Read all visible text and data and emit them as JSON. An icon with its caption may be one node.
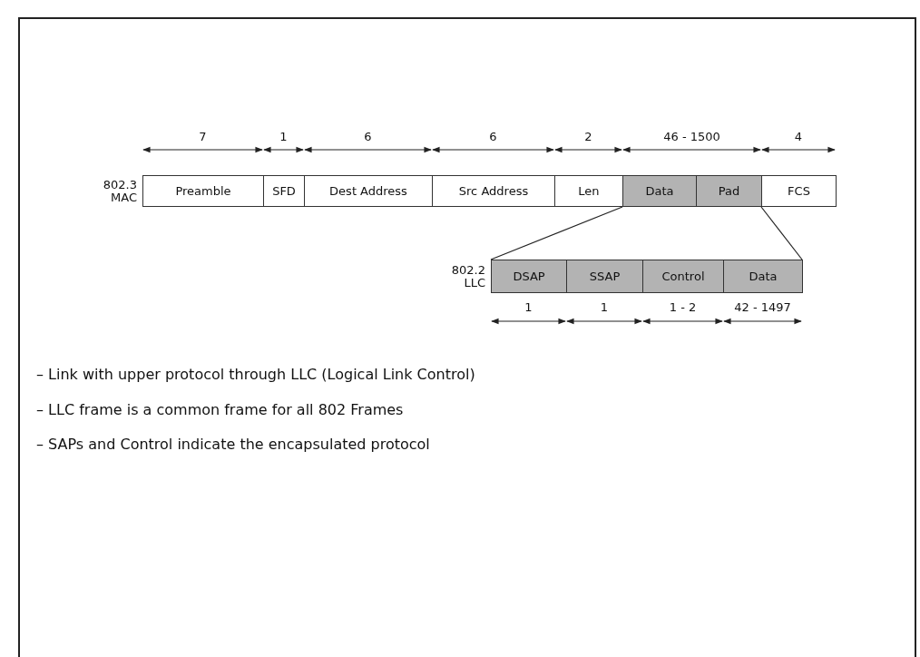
{
  "diagram": {
    "nodes": [
      {
        "text": [
          "802.3 MAC"
        ]
      },
      {
        "text": [
          "Preamble"
        ],
        "in": 0
      },
      {
        "text": [
          "SFD"
        ],
        "in": 0
      },
      {
        "text": [
          "Dest Address"
        ],
        "in": 0
      },
      {
        "text": [
          "Src Address"
        ],
        "in": 0
      },
      {
        "text": [
          "Len"
        ],
        "in": 0
      },
      {
        "text": [
          "Data"
        ],
        "in": 0
      },
      {
        "text": [
          "Pad"
        ],
        "in": 0
      },
      {
        "text": [
          "FCS"
        ],
        "in": 0
      },
      {
        "text": [
          "802.2 LLC"
        ]
      },
      {
        "text": [
          "DSAP"
        ],
        "in": 9
      },
      {
        "text": [
          "SSAP"
        ],
        "in": 9
      },
      {
        "text": [
          "Control"
        ],
        "in": 9
      },
      {
        "text": [
          "Data"
        ],
        "in": 9
      }
    ],
    "edges": [
      {
        "from": 6,
        "to": 10,
        "arrow": "none"
      },
      {
        "from": 7,
        "to": 13,
        "arrow": "none"
      }
    ],
    "labels": [
      "7",
      "1",
      "6",
      "6",
      "2",
      "46 - 1500",
      "4",
      "1",
      "1",
      "1 - 2",
      "42 - 1497",
      "– Link with upper protocol through LLC (Logical Link Control)",
      "– LLC frame is a common frame for all 802 Frames",
      "– SAPs and Control indicate the encapsulated protocol"
    ]
  }
}
